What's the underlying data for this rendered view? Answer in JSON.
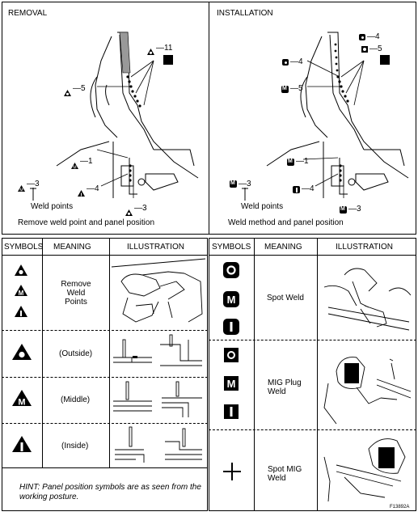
{
  "removal": {
    "title": "REMOVAL",
    "callouts": [
      "11",
      "5",
      "1",
      "4",
      "3",
      "3"
    ],
    "legend_num": "3",
    "weld_points": "Weld points",
    "caption": "Remove weld point and panel position"
  },
  "installation": {
    "title": "INSTALLATION",
    "callouts": [
      "4",
      "5",
      "4",
      "5",
      "1",
      "4",
      "3"
    ],
    "legend_num": "3",
    "weld_points": "Weld points",
    "caption": "Weld method and panel position"
  },
  "table_left": {
    "headers": [
      "SYMBOLS",
      "MEANING",
      "ILLUSTRATION"
    ],
    "rows": [
      {
        "meaning": "Remove\nWeld\nPoints"
      },
      {
        "meaning": "(Outside)"
      },
      {
        "meaning": "(Middle)"
      },
      {
        "meaning": "(Inside)"
      }
    ],
    "hint": "HINT: Panel position symbols are as seen from the working posture."
  },
  "table_right": {
    "headers": [
      "SYMBOLS",
      "MEANING",
      "ILLUSTRATION"
    ],
    "rows": [
      {
        "meaning": "Spot Weld"
      },
      {
        "meaning": "MIG Plug\nWeld"
      },
      {
        "meaning": "Spot MIG\nWeld"
      }
    ]
  },
  "figure_id": "F13892A"
}
